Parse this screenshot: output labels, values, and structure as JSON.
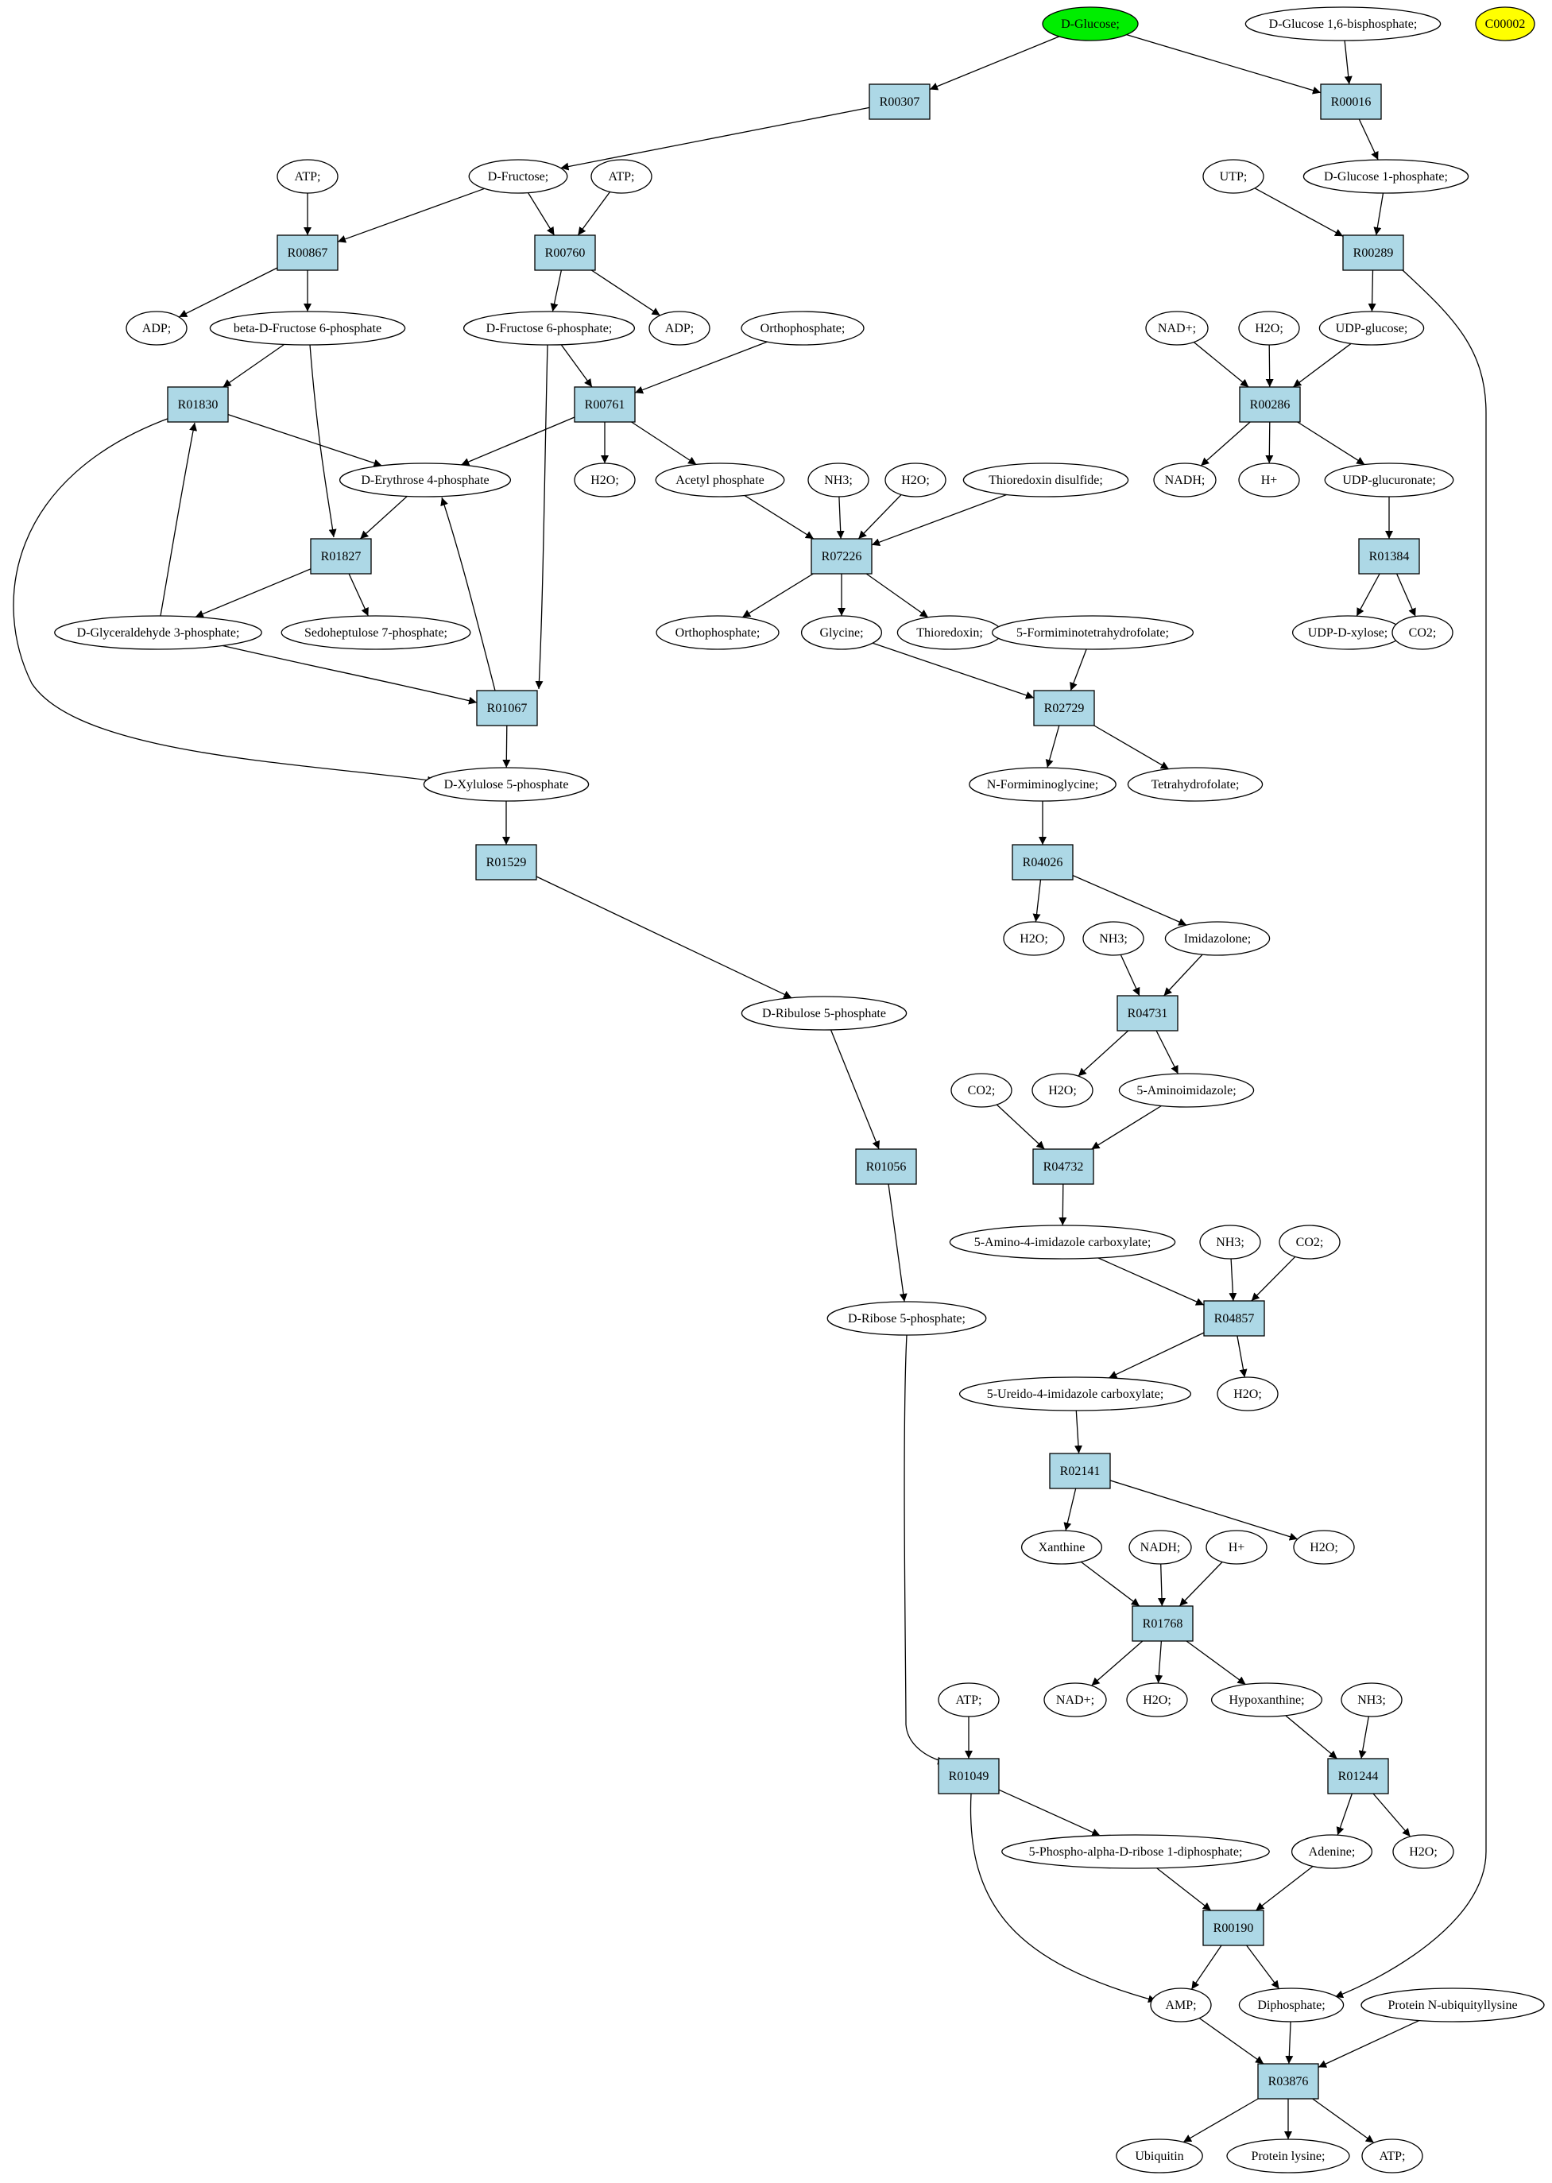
{
  "colors": {
    "reaction_fill": "#add8e6",
    "start_compound_fill": "#00ee00",
    "highlight_compound_fill": "#ffff00",
    "compound_fill": "#ffffff",
    "stroke": "#000000"
  },
  "nodes": [
    {
      "id": "glc",
      "label": "D-Glucose;",
      "kind": "compound",
      "style": "start"
    },
    {
      "id": "g16bp",
      "label": "D-Glucose 1,6-bisphosphate;",
      "kind": "compound"
    },
    {
      "id": "c00002",
      "label": "C00002",
      "kind": "compound",
      "style": "highlight"
    },
    {
      "id": "R00307",
      "label": "R00307",
      "kind": "reaction"
    },
    {
      "id": "R00016",
      "label": "R00016",
      "kind": "reaction"
    },
    {
      "id": "atp1",
      "label": "ATP;",
      "kind": "compound"
    },
    {
      "id": "fru",
      "label": "D-Fructose;",
      "kind": "compound"
    },
    {
      "id": "atp2",
      "label": "ATP;",
      "kind": "compound"
    },
    {
      "id": "utp",
      "label": "UTP;",
      "kind": "compound"
    },
    {
      "id": "g1p",
      "label": "D-Glucose 1-phosphate;",
      "kind": "compound"
    },
    {
      "id": "R00867",
      "label": "R00867",
      "kind": "reaction"
    },
    {
      "id": "R00760",
      "label": "R00760",
      "kind": "reaction"
    },
    {
      "id": "R00289",
      "label": "R00289",
      "kind": "reaction"
    },
    {
      "id": "adp1",
      "label": "ADP;",
      "kind": "compound"
    },
    {
      "id": "bf6p",
      "label": "beta-D-Fructose 6-phosphate",
      "kind": "compound"
    },
    {
      "id": "f6p",
      "label": "D-Fructose 6-phosphate;",
      "kind": "compound"
    },
    {
      "id": "adp2",
      "label": "ADP;",
      "kind": "compound"
    },
    {
      "id": "pi1",
      "label": "Orthophosphate;",
      "kind": "compound"
    },
    {
      "id": "nadp1",
      "label": "NAD+;",
      "kind": "compound"
    },
    {
      "id": "h2o1",
      "label": "H2O;",
      "kind": "compound"
    },
    {
      "id": "udpglc",
      "label": "UDP-glucose;",
      "kind": "compound"
    },
    {
      "id": "R01830",
      "label": "R01830",
      "kind": "reaction"
    },
    {
      "id": "R00761",
      "label": "R00761",
      "kind": "reaction"
    },
    {
      "id": "R00286",
      "label": "R00286",
      "kind": "reaction"
    },
    {
      "id": "e4p",
      "label": "D-Erythrose 4-phosphate",
      "kind": "compound"
    },
    {
      "id": "h2o2",
      "label": "H2O;",
      "kind": "compound"
    },
    {
      "id": "acp",
      "label": "Acetyl phosphate",
      "kind": "compound"
    },
    {
      "id": "nh3a",
      "label": "NH3;",
      "kind": "compound"
    },
    {
      "id": "h2o3",
      "label": "H2O;",
      "kind": "compound"
    },
    {
      "id": "trxss",
      "label": "Thioredoxin disulfide;",
      "kind": "compound"
    },
    {
      "id": "nadh1",
      "label": "NADH;",
      "kind": "compound"
    },
    {
      "id": "hp1",
      "label": "H+",
      "kind": "compound"
    },
    {
      "id": "udpgla",
      "label": "UDP-glucuronate;",
      "kind": "compound"
    },
    {
      "id": "R01827",
      "label": "R01827",
      "kind": "reaction"
    },
    {
      "id": "R07226",
      "label": "R07226",
      "kind": "reaction"
    },
    {
      "id": "R01384",
      "label": "R01384",
      "kind": "reaction"
    },
    {
      "id": "gap",
      "label": "D-Glyceraldehyde 3-phosphate;",
      "kind": "compound"
    },
    {
      "id": "s7p",
      "label": "Sedoheptulose 7-phosphate;",
      "kind": "compound"
    },
    {
      "id": "pi2",
      "label": "Orthophosphate;",
      "kind": "compound"
    },
    {
      "id": "gly",
      "label": "Glycine;",
      "kind": "compound"
    },
    {
      "id": "trx",
      "label": "Thioredoxin;",
      "kind": "compound"
    },
    {
      "id": "fthf",
      "label": "5-Formiminotetrahydrofolate;",
      "kind": "compound"
    },
    {
      "id": "udpxyl",
      "label": "UDP-D-xylose;",
      "kind": "compound"
    },
    {
      "id": "co2a",
      "label": "CO2;",
      "kind": "compound"
    },
    {
      "id": "R01067",
      "label": "R01067",
      "kind": "reaction"
    },
    {
      "id": "R02729",
      "label": "R02729",
      "kind": "reaction"
    },
    {
      "id": "x5p",
      "label": "D-Xylulose 5-phosphate",
      "kind": "compound"
    },
    {
      "id": "nfg",
      "label": "N-Formiminoglycine;",
      "kind": "compound"
    },
    {
      "id": "thf",
      "label": "Tetrahydrofolate;",
      "kind": "compound"
    },
    {
      "id": "R01529",
      "label": "R01529",
      "kind": "reaction"
    },
    {
      "id": "R04026",
      "label": "R04026",
      "kind": "reaction"
    },
    {
      "id": "h2o4",
      "label": "H2O;",
      "kind": "compound"
    },
    {
      "id": "nh3b",
      "label": "NH3;",
      "kind": "compound"
    },
    {
      "id": "imz",
      "label": "Imidazolone;",
      "kind": "compound"
    },
    {
      "id": "ru5p",
      "label": "D-Ribulose 5-phosphate",
      "kind": "compound"
    },
    {
      "id": "R04731",
      "label": "R04731",
      "kind": "reaction"
    },
    {
      "id": "co2b",
      "label": "CO2;",
      "kind": "compound"
    },
    {
      "id": "h2o5",
      "label": "H2O;",
      "kind": "compound"
    },
    {
      "id": "aimz",
      "label": "5-Aminoimidazole;",
      "kind": "compound"
    },
    {
      "id": "R01056",
      "label": "R01056",
      "kind": "reaction"
    },
    {
      "id": "R04732",
      "label": "R04732",
      "kind": "reaction"
    },
    {
      "id": "aic",
      "label": "5-Amino-4-imidazole carboxylate;",
      "kind": "compound"
    },
    {
      "id": "nh3c",
      "label": "NH3;",
      "kind": "compound"
    },
    {
      "id": "co2c",
      "label": "CO2;",
      "kind": "compound"
    },
    {
      "id": "r5p",
      "label": "D-Ribose 5-phosphate;",
      "kind": "compound"
    },
    {
      "id": "R04857",
      "label": "R04857",
      "kind": "reaction"
    },
    {
      "id": "uic",
      "label": "5-Ureido-4-imidazole carboxylate;",
      "kind": "compound"
    },
    {
      "id": "h2o6",
      "label": "H2O;",
      "kind": "compound"
    },
    {
      "id": "R02141",
      "label": "R02141",
      "kind": "reaction"
    },
    {
      "id": "xan",
      "label": "Xanthine",
      "kind": "compound"
    },
    {
      "id": "nadh2",
      "label": "NADH;",
      "kind": "compound"
    },
    {
      "id": "hp2",
      "label": "H+",
      "kind": "compound"
    },
    {
      "id": "h2o7",
      "label": "H2O;",
      "kind": "compound"
    },
    {
      "id": "R01768",
      "label": "R01768",
      "kind": "reaction"
    },
    {
      "id": "atp3",
      "label": "ATP;",
      "kind": "compound"
    },
    {
      "id": "nadp2",
      "label": "NAD+;",
      "kind": "compound"
    },
    {
      "id": "h2o8",
      "label": "H2O;",
      "kind": "compound"
    },
    {
      "id": "hyp",
      "label": "Hypoxanthine;",
      "kind": "compound"
    },
    {
      "id": "nh3d",
      "label": "NH3;",
      "kind": "compound"
    },
    {
      "id": "R01049",
      "label": "R01049",
      "kind": "reaction"
    },
    {
      "id": "R01244",
      "label": "R01244",
      "kind": "reaction"
    },
    {
      "id": "prpp",
      "label": "5-Phospho-alpha-D-ribose 1-diphosphate;",
      "kind": "compound"
    },
    {
      "id": "ade",
      "label": "Adenine;",
      "kind": "compound"
    },
    {
      "id": "h2o9",
      "label": "H2O;",
      "kind": "compound"
    },
    {
      "id": "R00190",
      "label": "R00190",
      "kind": "reaction"
    },
    {
      "id": "amp",
      "label": "AMP;",
      "kind": "compound"
    },
    {
      "id": "ppi",
      "label": "Diphosphate;",
      "kind": "compound"
    },
    {
      "id": "pnul",
      "label": "Protein N-ubiquityllysine",
      "kind": "compound"
    },
    {
      "id": "R03876",
      "label": "R03876",
      "kind": "reaction"
    },
    {
      "id": "ubq",
      "label": "Ubiquitin",
      "kind": "compound"
    },
    {
      "id": "plys",
      "label": "Protein lysine;",
      "kind": "compound"
    },
    {
      "id": "atp4",
      "label": "ATP;",
      "kind": "compound"
    }
  ],
  "edges": [
    [
      "glc",
      "R00307"
    ],
    [
      "glc",
      "R00016"
    ],
    [
      "g16bp",
      "R00016"
    ],
    [
      "R00307",
      "fru"
    ],
    [
      "R00016",
      "g1p"
    ],
    [
      "fru",
      "R00867"
    ],
    [
      "fru",
      "R00760"
    ],
    [
      "atp1",
      "R00867"
    ],
    [
      "atp2",
      "R00760"
    ],
    [
      "utp",
      "R00289"
    ],
    [
      "g1p",
      "R00289"
    ],
    [
      "R00867",
      "adp1"
    ],
    [
      "R00867",
      "bf6p"
    ],
    [
      "R00760",
      "f6p"
    ],
    [
      "R00760",
      "adp2"
    ],
    [
      "R00289",
      "udpglc"
    ],
    [
      "R00289",
      "ppi"
    ],
    [
      "bf6p",
      "R01830"
    ],
    [
      "bf6p",
      "R01827"
    ],
    [
      "f6p",
      "R00761"
    ],
    [
      "f6p",
      "R01067"
    ],
    [
      "pi1",
      "R00761"
    ],
    [
      "nadp1",
      "R00286"
    ],
    [
      "h2o1",
      "R00286"
    ],
    [
      "udpglc",
      "R00286"
    ],
    [
      "R01830",
      "e4p"
    ],
    [
      "R01830",
      "x5p"
    ],
    [
      "R00761",
      "e4p"
    ],
    [
      "R00761",
      "h2o2"
    ],
    [
      "R00761",
      "acp"
    ],
    [
      "R00286",
      "nadh1"
    ],
    [
      "R00286",
      "hp1"
    ],
    [
      "R00286",
      "udpgla"
    ],
    [
      "e4p",
      "R01827"
    ],
    [
      "acp",
      "R07226"
    ],
    [
      "nh3a",
      "R07226"
    ],
    [
      "h2o3",
      "R07226"
    ],
    [
      "trxss",
      "R07226"
    ],
    [
      "udpgla",
      "R01384"
    ],
    [
      "R01827",
      "gap"
    ],
    [
      "R01827",
      "s7p"
    ],
    [
      "R07226",
      "pi2"
    ],
    [
      "R07226",
      "gly"
    ],
    [
      "R07226",
      "trx"
    ],
    [
      "R01384",
      "udpxyl"
    ],
    [
      "R01384",
      "co2a"
    ],
    [
      "gap",
      "R01830"
    ],
    [
      "gap",
      "R01067"
    ],
    [
      "gly",
      "R02729"
    ],
    [
      "fthf",
      "R02729"
    ],
    [
      "R01067",
      "e4p"
    ],
    [
      "R01067",
      "x5p"
    ],
    [
      "R02729",
      "nfg"
    ],
    [
      "R02729",
      "thf"
    ],
    [
      "x5p",
      "R01529"
    ],
    [
      "nfg",
      "R04026"
    ],
    [
      "R01529",
      "ru5p"
    ],
    [
      "R04026",
      "h2o4"
    ],
    [
      "R04026",
      "imz"
    ],
    [
      "nh3b",
      "R04731"
    ],
    [
      "imz",
      "R04731"
    ],
    [
      "ru5p",
      "R01056"
    ],
    [
      "R04731",
      "h2o5"
    ],
    [
      "R04731",
      "aimz"
    ],
    [
      "co2b",
      "R04732"
    ],
    [
      "aimz",
      "R04732"
    ],
    [
      "R01056",
      "r5p"
    ],
    [
      "R04732",
      "aic"
    ],
    [
      "aic",
      "R04857"
    ],
    [
      "nh3c",
      "R04857"
    ],
    [
      "co2c",
      "R04857"
    ],
    [
      "R04857",
      "uic"
    ],
    [
      "R04857",
      "h2o6"
    ],
    [
      "uic",
      "R02141"
    ],
    [
      "R02141",
      "xan"
    ],
    [
      "R02141",
      "h2o7"
    ],
    [
      "xan",
      "R01768"
    ],
    [
      "nadh2",
      "R01768"
    ],
    [
      "hp2",
      "R01768"
    ],
    [
      "R01768",
      "nadp2"
    ],
    [
      "R01768",
      "h2o8"
    ],
    [
      "R01768",
      "hyp"
    ],
    [
      "r5p",
      "R01049"
    ],
    [
      "atp3",
      "R01049"
    ],
    [
      "hyp",
      "R01244"
    ],
    [
      "nh3d",
      "R01244"
    ],
    [
      "R01049",
      "prpp"
    ],
    [
      "R01049",
      "amp"
    ],
    [
      "R01244",
      "ade"
    ],
    [
      "R01244",
      "h2o9"
    ],
    [
      "prpp",
      "R00190"
    ],
    [
      "ade",
      "R00190"
    ],
    [
      "R00190",
      "amp"
    ],
    [
      "R00190",
      "ppi"
    ],
    [
      "amp",
      "R03876"
    ],
    [
      "ppi",
      "R03876"
    ],
    [
      "pnul",
      "R03876"
    ],
    [
      "R03876",
      "ubq"
    ],
    [
      "R03876",
      "plys"
    ],
    [
      "R03876",
      "atp4"
    ]
  ]
}
